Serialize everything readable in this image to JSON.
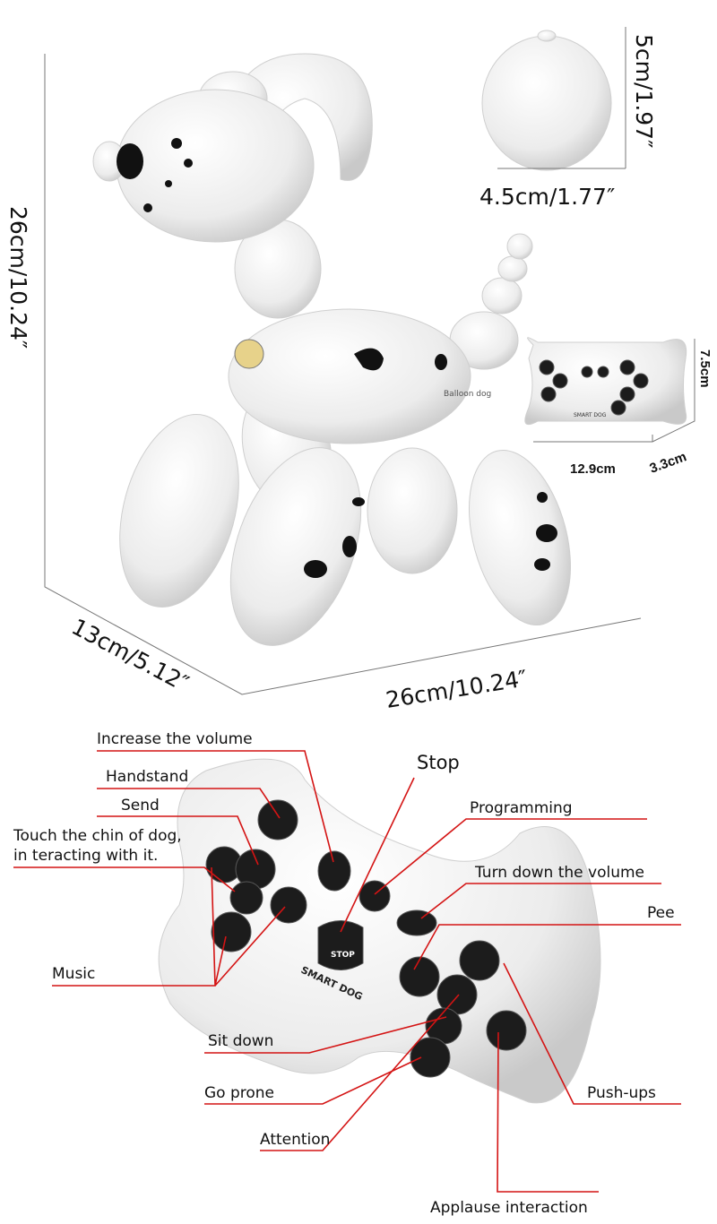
{
  "dimensions": {
    "dog_height": "26cm/10.24″",
    "dog_depth": "13cm/5.12″",
    "dog_width": "26cm/10.24″",
    "ball_height": "5cm/1.97″",
    "ball_width": "4.5cm/1.77″",
    "remote_width": "12.9cm",
    "remote_depth": "3.3cm",
    "remote_height": "7.5cm"
  },
  "product_print": {
    "collar_text": "Balloon dog",
    "remote_brand": "SMART DOG",
    "stop_button": "STOP"
  },
  "remote_labels": {
    "increase_volume": "Increase the volume",
    "handstand": "Handstand",
    "send": "Send",
    "touch_chin_line1": "Touch the chin of dog,",
    "touch_chin_line2": "in teracting with it.",
    "music": "Music",
    "stop": "Stop",
    "programming": "Programming",
    "turn_down_volume": "Turn down the volume",
    "pee": "Pee",
    "sit_down": "Sit down",
    "go_prone": "Go prone",
    "attention": "Attention",
    "push_ups": "Push-ups",
    "applause": "Applause interaction"
  },
  "colors": {
    "callout_line": "#d41414",
    "product": "#f2f2f2",
    "buttons": "#1c1c1c"
  }
}
